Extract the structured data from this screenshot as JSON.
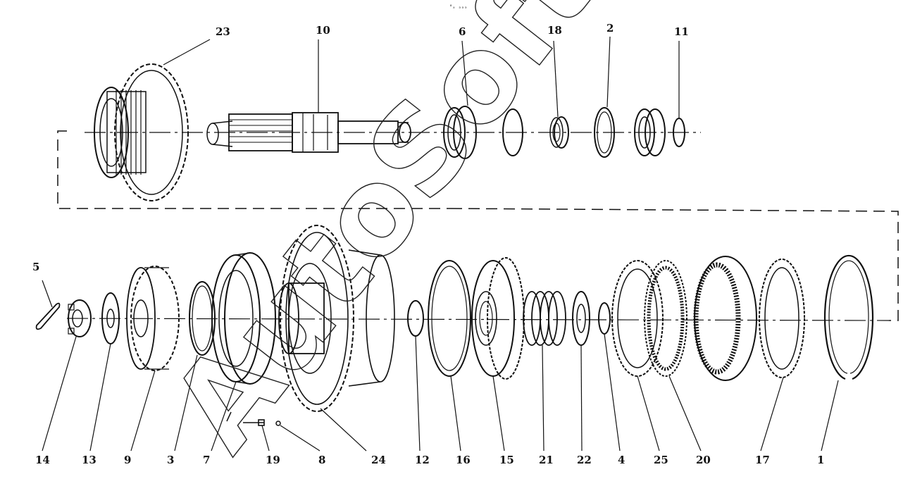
{
  "header": {
    "tiny_mark": "°ₓ ₔₔₔ"
  },
  "watermark": {
    "text": "AutoSoft"
  },
  "labels": {
    "top": [
      "23",
      "10",
      "6",
      "18",
      "2",
      "11"
    ],
    "bottom": [
      "14",
      "13",
      "9",
      "3",
      "7",
      "19",
      "8",
      "24",
      "12",
      "16",
      "15",
      "21",
      "22",
      "4",
      "25",
      "20",
      "17",
      "1"
    ],
    "left_side": "5"
  },
  "colors": {
    "ink": "#111111",
    "paper": "#ffffff",
    "watermark": "#222222"
  }
}
